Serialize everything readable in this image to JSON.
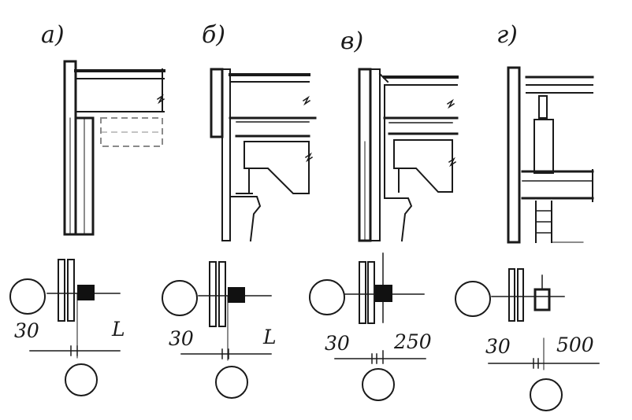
{
  "panels": [
    {
      "variant": "а)",
      "dim_left": "30",
      "dim_right": "L"
    },
    {
      "variant": "б)",
      "dim_left": "30",
      "dim_right": "L"
    },
    {
      "variant": "в)",
      "dim_left": "30",
      "dim_right": "250"
    },
    {
      "variant": "г)",
      "dim_left": "30",
      "dim_right": "500"
    }
  ],
  "colors": {
    "line": "#1a1a1a",
    "hatch": "#9a9a9a",
    "fill": "#111111"
  }
}
